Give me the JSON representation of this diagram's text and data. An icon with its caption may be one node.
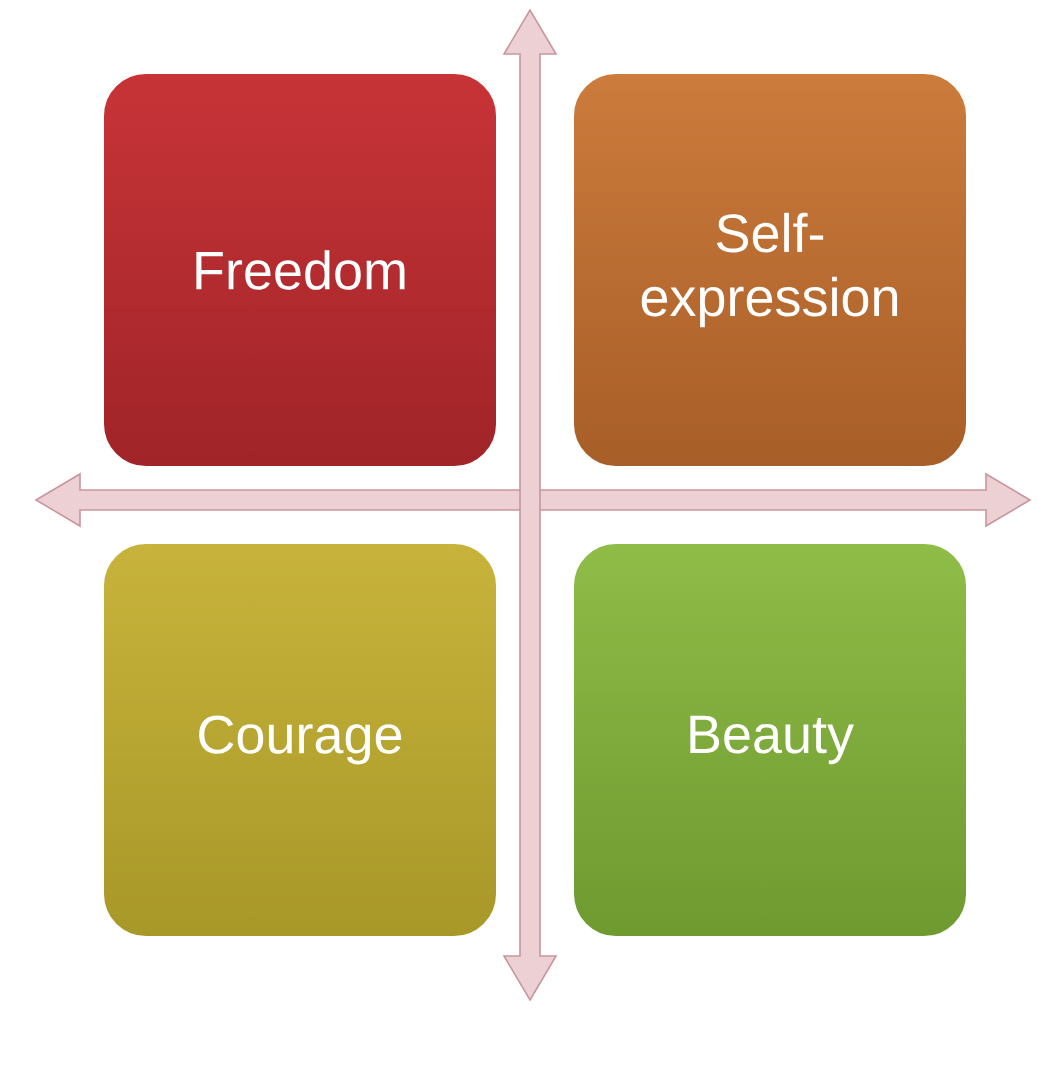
{
  "diagram": {
    "nodes": [
      {
        "text": [
          "Freedom"
        ]
      },
      {
        "text": [
          "Self-expression"
        ]
      },
      {
        "text": [
          "Courage"
        ]
      },
      {
        "text": [
          "Beauty"
        ]
      }
    ]
  }
}
